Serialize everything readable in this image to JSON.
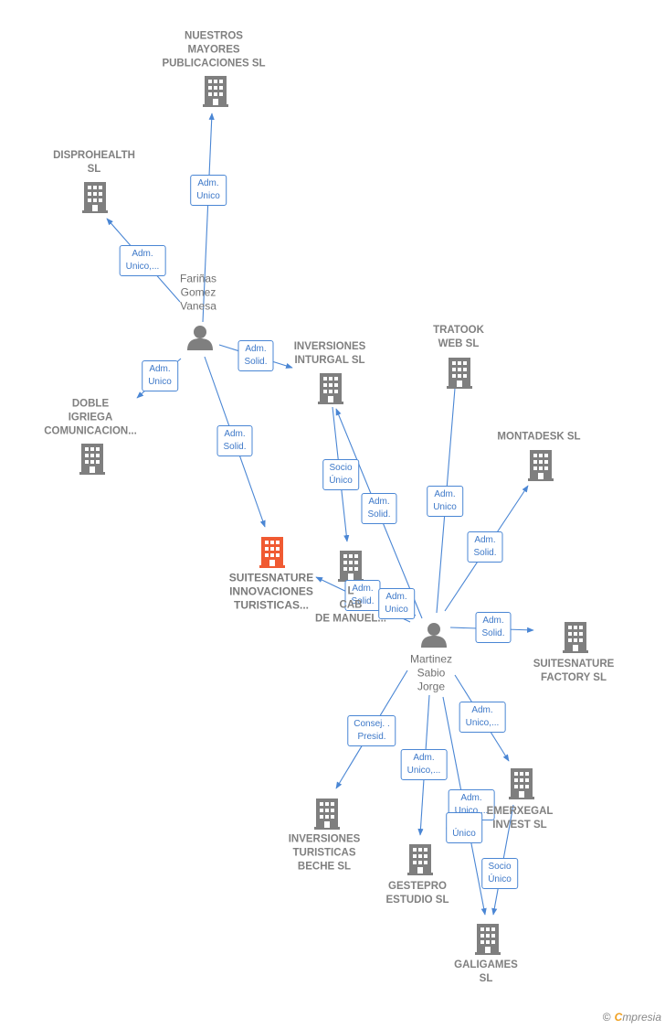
{
  "colors": {
    "building": "#7f7f7f",
    "focus": "#f05a32",
    "person": "#7f7f7f",
    "edge": "#4a86d4"
  },
  "nodes": [
    {
      "id": "nuestros",
      "type": "company",
      "lines": [
        "NUESTROS",
        "MAYORES",
        "PUBLICACIONES SL"
      ]
    },
    {
      "id": "disprohealth",
      "type": "company",
      "lines": [
        "DISPROHEALTH",
        "SL"
      ]
    },
    {
      "id": "farinas",
      "type": "person",
      "lines": [
        "Fariñas",
        "Gomez",
        "Vanesa"
      ]
    },
    {
      "id": "doble",
      "type": "company",
      "lines": [
        "DOBLE",
        "IGRIEGA",
        "COMUNICACION..."
      ]
    },
    {
      "id": "inturgal",
      "type": "company",
      "lines": [
        "INVERSIONES",
        "INTURGAL  SL"
      ]
    },
    {
      "id": "tratook",
      "type": "company",
      "lines": [
        "TRATOOK",
        "WEB SL"
      ]
    },
    {
      "id": "montadesk",
      "type": "company",
      "lines": [
        "MONTADESK SL"
      ]
    },
    {
      "id": "suitesnature_inn",
      "type": "focus",
      "lines": [
        "SUITESNATURE",
        "INNOVACIONES",
        "TURISTICAS..."
      ]
    },
    {
      "id": "cabo",
      "type": "company",
      "lines": [
        "L",
        "CAB",
        "DE MANUEL..."
      ]
    },
    {
      "id": "martinez",
      "type": "person",
      "lines": [
        "Martinez",
        "Sabio",
        "Jorge"
      ]
    },
    {
      "id": "suitesnature_fac",
      "type": "company",
      "lines": [
        "SUITESNATURE",
        "FACTORY  SL"
      ]
    },
    {
      "id": "emerxegal",
      "type": "company",
      "lines": [
        "EMERXEGAL",
        "INVEST  SL"
      ]
    },
    {
      "id": "beche",
      "type": "company",
      "lines": [
        "INVERSIONES",
        "TURISTICAS",
        "BECHE  SL"
      ]
    },
    {
      "id": "gestepro",
      "type": "company",
      "lines": [
        "GESTEPRO",
        "ESTUDIO SL"
      ]
    },
    {
      "id": "galigames",
      "type": "company",
      "lines": [
        "GALIGAMES",
        "SL"
      ]
    }
  ],
  "edges": [
    {
      "from": "farinas",
      "to": "nuestros",
      "label": [
        "Adm.",
        "Unico"
      ]
    },
    {
      "from": "farinas",
      "to": "disprohealth",
      "label": [
        "Adm.",
        "Unico,..."
      ]
    },
    {
      "from": "farinas",
      "to": "doble",
      "label": [
        "Adm.",
        "Unico"
      ]
    },
    {
      "from": "farinas",
      "to": "inturgal",
      "label": [
        "Adm.",
        "Solid."
      ]
    },
    {
      "from": "farinas",
      "to": "suitesnature_inn",
      "label": [
        "Adm.",
        "Solid."
      ]
    },
    {
      "from": "inturgal",
      "to": "cabo",
      "label": [
        "Socio",
        "Único"
      ]
    },
    {
      "from": "martinez",
      "to": "inturgal",
      "label": [
        "Adm.",
        "Solid."
      ]
    },
    {
      "from": "martinez",
      "to": "tratook",
      "label": [
        "Adm.",
        "Unico"
      ]
    },
    {
      "from": "martinez",
      "to": "montadesk",
      "label": [
        "Adm.",
        "Solid."
      ]
    },
    {
      "from": "martinez",
      "to": "suitesnature_inn",
      "label": [
        "Adm.",
        "Solid."
      ]
    },
    {
      "from": "martinez",
      "to": "cabo",
      "label": [
        "Adm.",
        "Unico"
      ]
    },
    {
      "from": "martinez",
      "to": "suitesnature_fac",
      "label": [
        "Adm.",
        "Solid."
      ]
    },
    {
      "from": "martinez",
      "to": "emerxegal",
      "label": [
        "Adm.",
        "Unico,..."
      ]
    },
    {
      "from": "martinez",
      "to": "beche",
      "label": [
        "Consej. .",
        "Presid."
      ]
    },
    {
      "from": "martinez",
      "to": "gestepro",
      "label": [
        "Adm.",
        "Unico,..."
      ]
    },
    {
      "from": "martinez",
      "to": "galigames",
      "label": [
        "Adm.",
        "Unico,..."
      ]
    },
    {
      "from": "emerxegal",
      "to": "galigames",
      "label": [
        "Socio",
        "Único"
      ]
    },
    {
      "from": "martinez",
      "to": "emerxegal",
      "label": [
        "",
        "Único"
      ]
    }
  ],
  "logo": {
    "copyright": "©",
    "brand_initial": "C",
    "brand_rest": "mpresia"
  }
}
